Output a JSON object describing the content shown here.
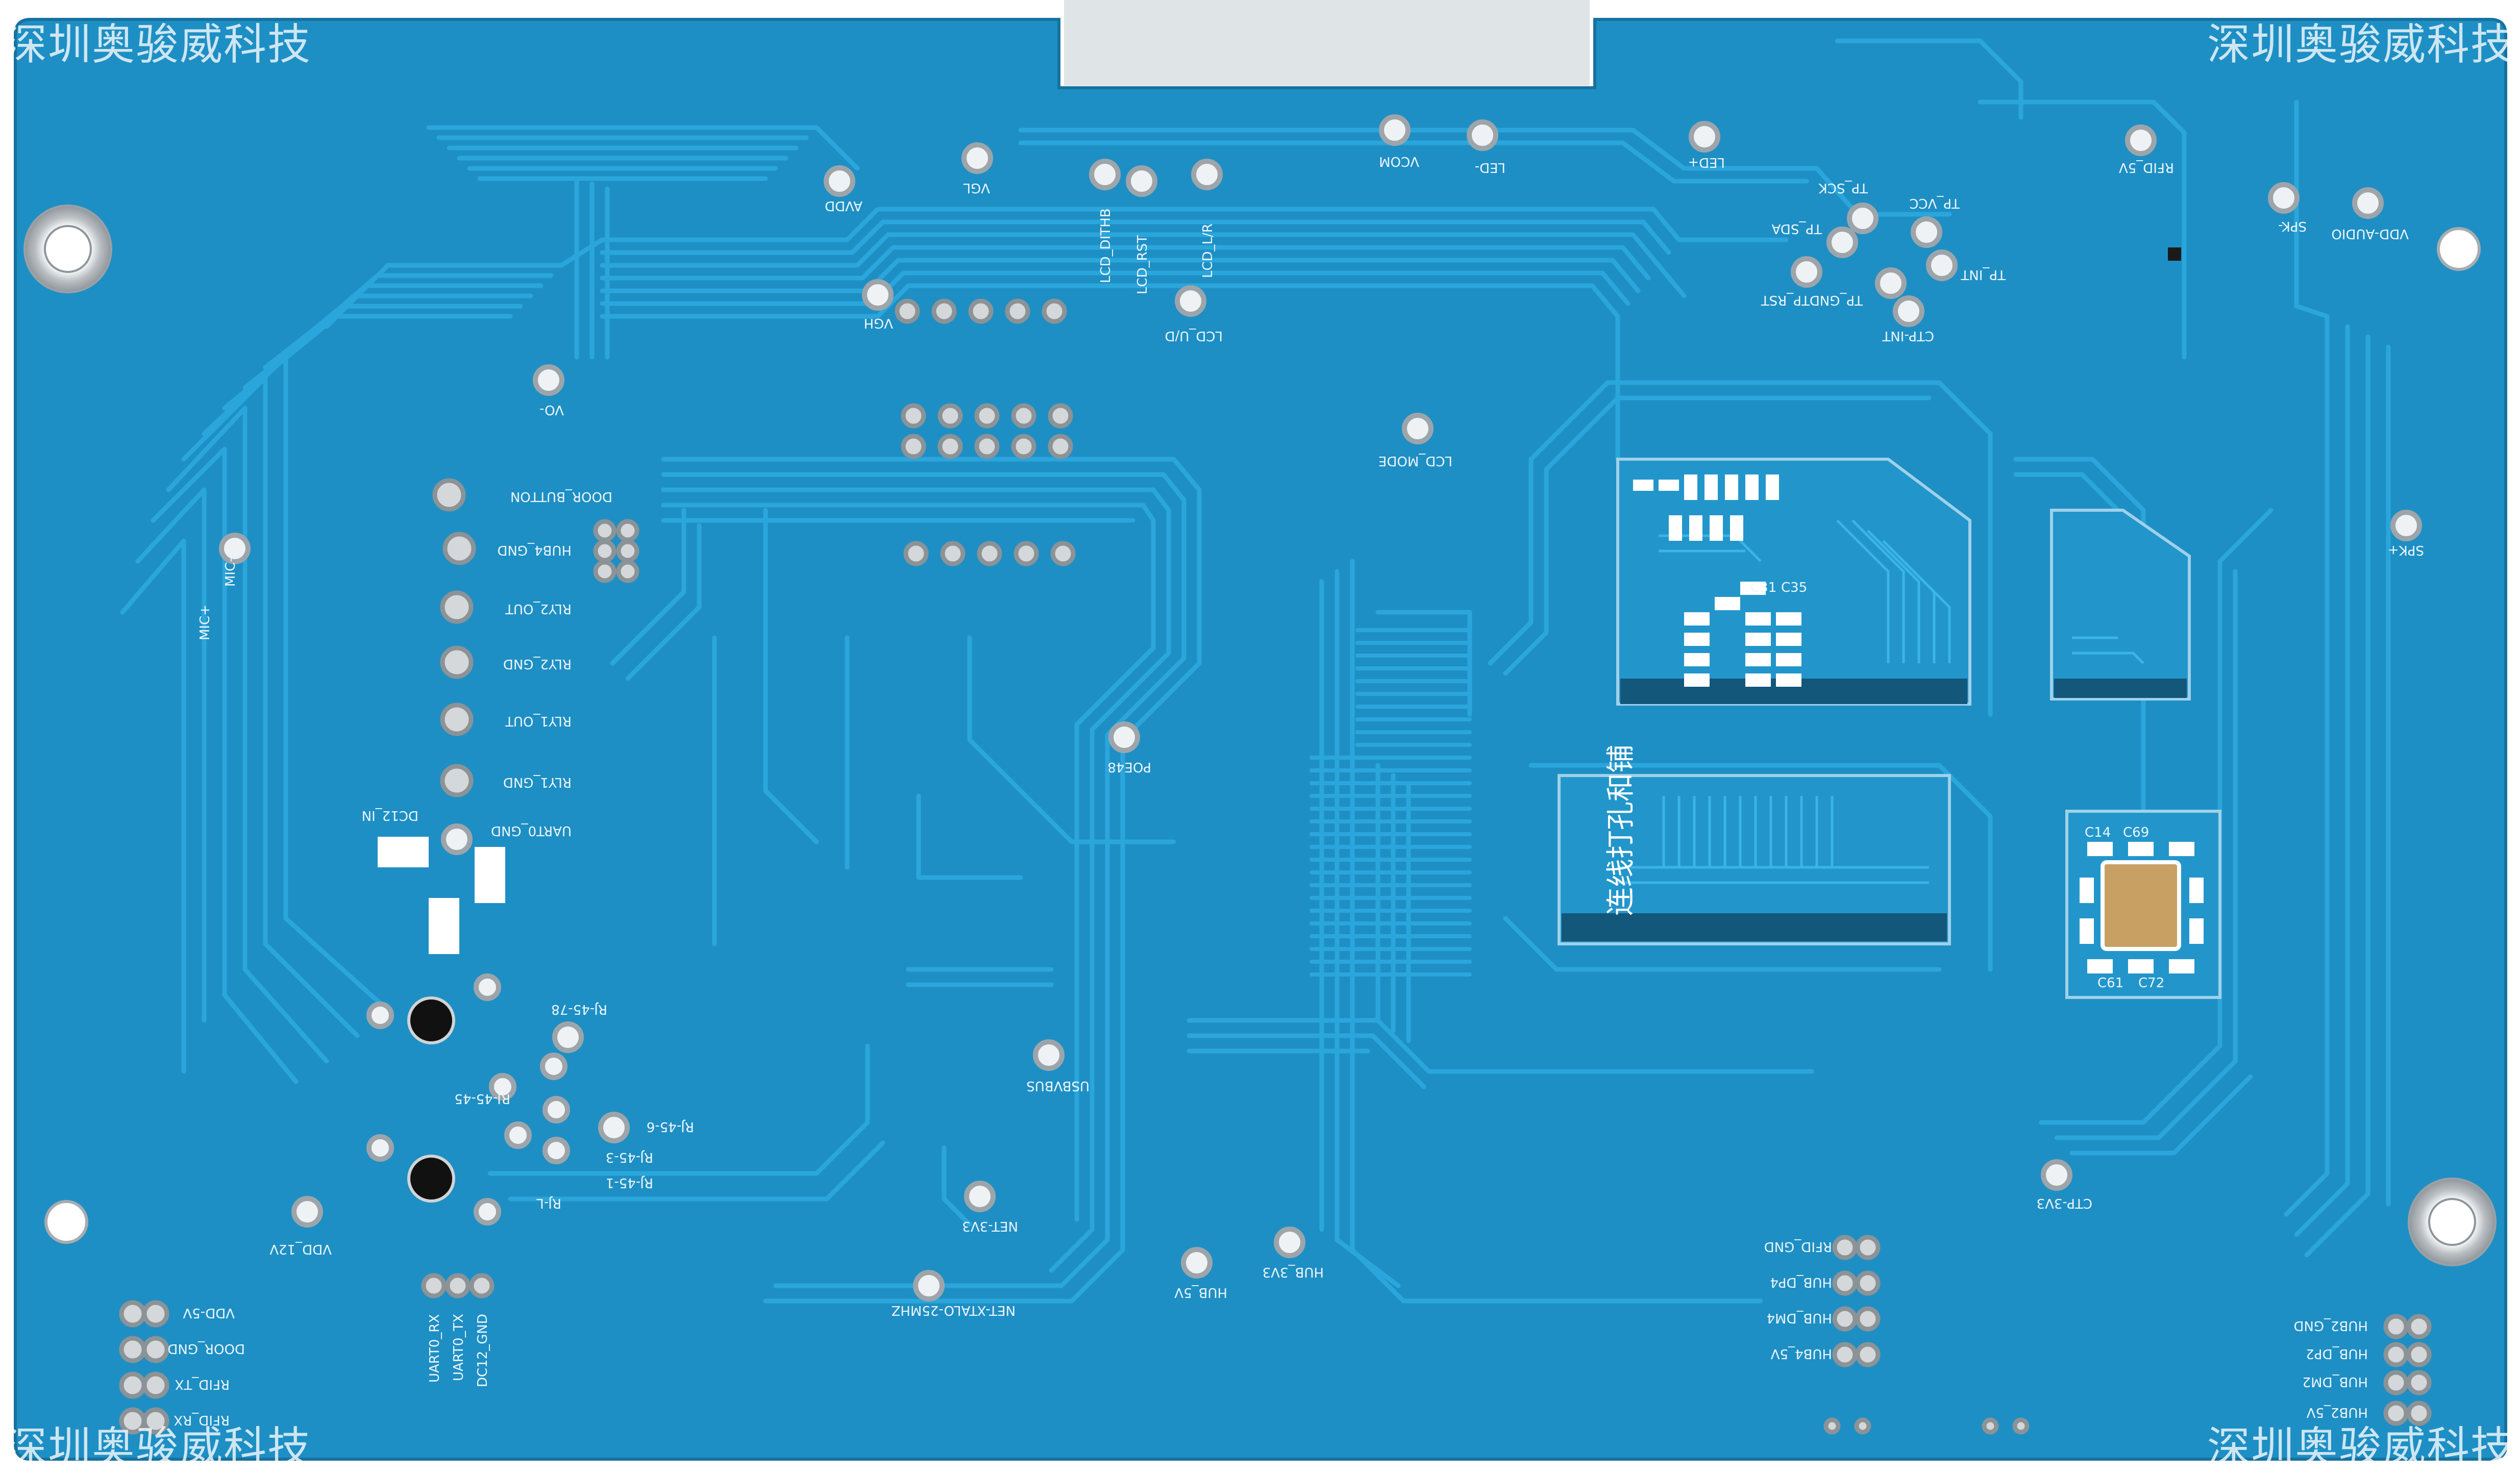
{
  "watermark": "深圳奥骏威科技",
  "colors": {
    "board": "#1e8fc4",
    "board_edge": "#16729f",
    "trace": "#2aa6dc",
    "trace_dark": "#136f9c",
    "pad": "#c9cdd0",
    "silk": "#eef6fb",
    "copper": "#c8a064"
  },
  "silkscreen": {
    "avdd": "AVDD",
    "vgl": "VGL",
    "lcd_dith": "LCD_DITHB",
    "lcd_rst": "LCD_RST",
    "lcd_lr": "LCD_L/R",
    "vcom": "VCOM",
    "led_minus": "LED-",
    "led_plus": "LED+",
    "rfid_5v": "RFID_5V",
    "tp_sck": "TP_SCK",
    "tp_sda": "TP_SDA",
    "tp_vcc": "TP_VCC",
    "tp_int": "TP_INT",
    "tp_rst": "TP_GNDTP_RST",
    "ctp_int": "CTP-INT",
    "spk_minus": "SPK-",
    "vdd_audio": "VDD-AUDIO",
    "vgh": "VGH",
    "lcd_ud": "LCD_U/D",
    "vo_minus": "VO-",
    "lcd_mode": "LCD_MODE",
    "door_button": "DOOR_BUTTON",
    "hub4_gnd": "HUB4_GND",
    "rly2_out": "RLY2_OUT",
    "rly2_gnd": "RLY2_GND",
    "rly1_out": "RLY1_OUT",
    "rly1_gnd": "RLY1_GND",
    "mic": "MIC-",
    "mic_plus": "MIC+",
    "dc12_in": "DC12_IN",
    "uart0_gnd": "UART0_GND",
    "poe48": "POE48",
    "spk_plus": "SPK+",
    "rj45_78": "RJ-45-78",
    "rj45_45": "RJ-45-45",
    "rj45_6": "RJ-45-6",
    "rj45_3": "RJ-45-3",
    "rj45_1": "RJ-45-1",
    "rj_l": "RJ-L",
    "usbvbus": "USBVBUS",
    "net_3v3": "NET-3V3",
    "net_xtal": "NET-XTALO-25MHZ",
    "hub_5v": "HUB_5V",
    "hub_3v3": "HUB_3V3",
    "ctp_3v3": "CTP-3V3",
    "vdd_12v": "VDD_12V",
    "vdd_5v": "VDD-5V",
    "door_gnd": "DOOR_GND",
    "rfid_tx": "RFID_TX",
    "rfid_rx": "RFID_RX",
    "uart0_rx": "UART0_RX",
    "uart0_tx": "UART0_TX",
    "dc12_gnd": "DC12_GND",
    "rfid_gnd": "RFID_GND",
    "hub_dp4": "HUB_DP4",
    "hub_dm4": "HUB_DM4",
    "hub4_5v": "HUB4_5V",
    "hub2_gnd": "HUB2_GND",
    "hub_dp2": "HUB_DP2",
    "hub_dm2": "HUB_DM2",
    "hub2_5v": "HUB2_5V",
    "chinese_note": "连线打孔和铺",
    "c14": "C14",
    "c69": "C69",
    "c61": "C61",
    "c72": "C72",
    "c31": "C31",
    "c35": "C35"
  }
}
